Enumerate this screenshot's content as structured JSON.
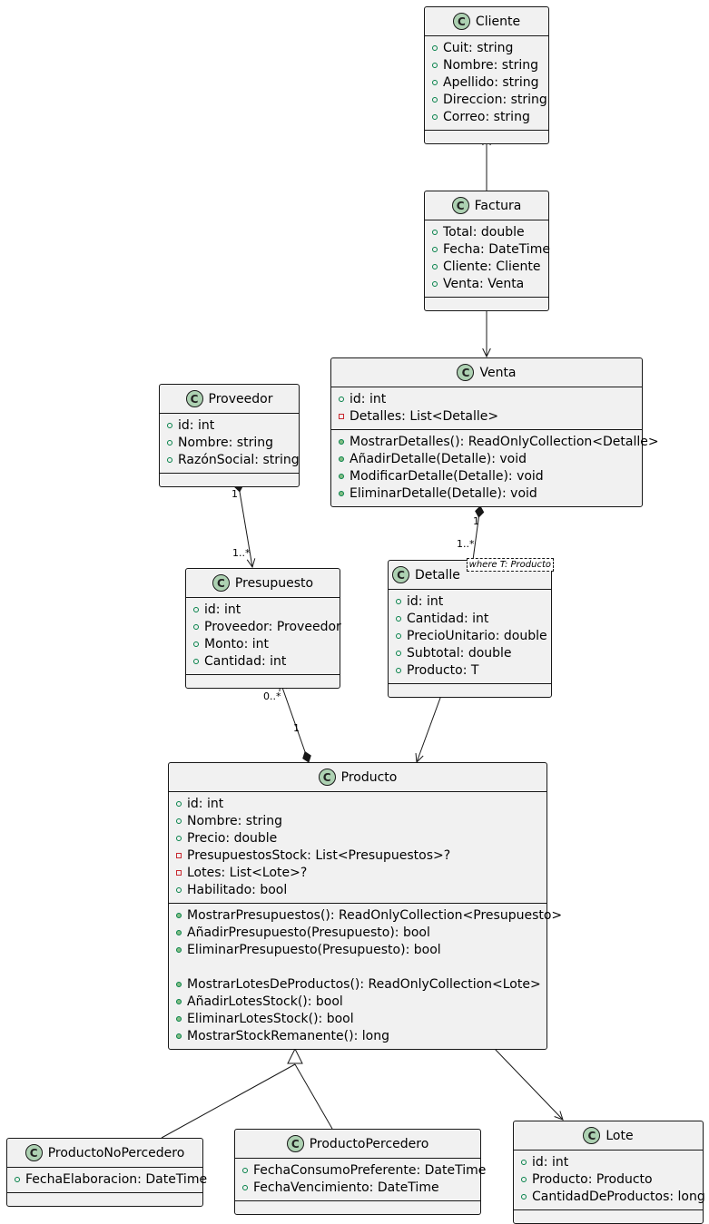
{
  "classes": {
    "cliente": {
      "name": "Cliente",
      "attributes": [
        {
          "vis": "public",
          "text": "Cuit: string"
        },
        {
          "vis": "public",
          "text": "Nombre: string"
        },
        {
          "vis": "public",
          "text": "Apellido: string"
        },
        {
          "vis": "public",
          "text": "Direccion: string"
        },
        {
          "vis": "public",
          "text": "Correo: string"
        }
      ],
      "methods": []
    },
    "factura": {
      "name": "Factura",
      "attributes": [
        {
          "vis": "public",
          "text": "Total: double"
        },
        {
          "vis": "public",
          "text": "Fecha: DateTime"
        },
        {
          "vis": "public",
          "text": "Cliente: Cliente"
        },
        {
          "vis": "public",
          "text": "Venta: Venta"
        }
      ],
      "methods": []
    },
    "venta": {
      "name": "Venta",
      "attributes": [
        {
          "vis": "public",
          "text": "id: int"
        },
        {
          "vis": "private",
          "text": "Detalles: List<Detalle>"
        }
      ],
      "methods": [
        {
          "vis": "public",
          "text": "MostrarDetalles(): ReadOnlyCollection<Detalle>"
        },
        {
          "vis": "public",
          "text": "AñadirDetalle(Detalle): void"
        },
        {
          "vis": "public",
          "text": "ModificarDetalle(Detalle): void"
        },
        {
          "vis": "public",
          "text": "EliminarDetalle(Detalle): void"
        }
      ]
    },
    "proveedor": {
      "name": "Proveedor",
      "attributes": [
        {
          "vis": "public",
          "text": "id: int"
        },
        {
          "vis": "public",
          "text": "Nombre: string"
        },
        {
          "vis": "public",
          "text": "RazónSocial: string"
        }
      ],
      "methods": []
    },
    "presupuesto": {
      "name": "Presupuesto",
      "attributes": [
        {
          "vis": "public",
          "text": "id: int"
        },
        {
          "vis": "public",
          "text": "Proveedor: Proveedor"
        },
        {
          "vis": "public",
          "text": "Monto: int"
        },
        {
          "vis": "public",
          "text": "Cantidad: int"
        }
      ],
      "methods": []
    },
    "detalle": {
      "name": "Detalle",
      "type_param": "where T: Producto",
      "attributes": [
        {
          "vis": "public",
          "text": "id: int"
        },
        {
          "vis": "public",
          "text": "Cantidad: int"
        },
        {
          "vis": "public",
          "text": "PrecioUnitario: double"
        },
        {
          "vis": "public",
          "text": "Subtotal: double"
        },
        {
          "vis": "public",
          "text": "Producto: T"
        }
      ],
      "methods": []
    },
    "producto": {
      "name": "Producto",
      "attributes": [
        {
          "vis": "public",
          "text": "id: int"
        },
        {
          "vis": "public",
          "text": "Nombre: string"
        },
        {
          "vis": "public",
          "text": "Precio: double"
        },
        {
          "vis": "private",
          "text": "PresupuestosStock: List<Presupuestos>?"
        },
        {
          "vis": "private",
          "text": "Lotes: List<Lote>?"
        },
        {
          "vis": "public",
          "text": "Habilitado: bool"
        }
      ],
      "methods": [
        {
          "vis": "public",
          "text": "MostrarPresupuestos(): ReadOnlyCollection<Presupuesto>"
        },
        {
          "vis": "public",
          "text": "AñadirPresupuesto(Presupuesto): bool"
        },
        {
          "vis": "public",
          "text": "EliminarPresupuesto(Presupuesto): bool"
        },
        {
          "vis": "none",
          "text": ""
        },
        {
          "vis": "public",
          "text": "MostrarLotesDeProductos(): ReadOnlyCollection<Lote>"
        },
        {
          "vis": "public",
          "text": "AñadirLotesStock(): bool"
        },
        {
          "vis": "public",
          "text": "EliminarLotesStock(): bool"
        },
        {
          "vis": "public",
          "text": "MostrarStockRemanente(): long"
        }
      ]
    },
    "productoNoPercedero": {
      "name": "ProductoNoPercedero",
      "attributes": [
        {
          "vis": "public",
          "text": "FechaElaboracion: DateTime"
        }
      ],
      "methods": []
    },
    "productoPercedero": {
      "name": "ProductoPercedero",
      "attributes": [
        {
          "vis": "public",
          "text": "FechaConsumoPreferente: DateTime"
        },
        {
          "vis": "public",
          "text": "FechaVencimiento: DateTime"
        }
      ],
      "methods": []
    },
    "lote": {
      "name": "Lote",
      "attributes": [
        {
          "vis": "public",
          "text": "id: int"
        },
        {
          "vis": "public",
          "text": "Producto: Producto"
        },
        {
          "vis": "public",
          "text": "CantidadDeProductos: long"
        }
      ],
      "methods": []
    }
  },
  "multiplicities": {
    "proveedor_end": "1",
    "presupuesto_end": "1..*",
    "venta_end": "1",
    "detalle_end": "1..*",
    "presupuesto_from_producto": "0..*",
    "producto_to_presupuesto": "1"
  },
  "relations": [
    {
      "from": "factura",
      "to": "cliente",
      "kind": "association"
    },
    {
      "from": "factura",
      "to": "venta",
      "kind": "association"
    },
    {
      "from": "proveedor",
      "to": "presupuesto",
      "kind": "composition"
    },
    {
      "from": "venta",
      "to": "detalle",
      "kind": "composition"
    },
    {
      "from": "producto",
      "to": "presupuesto",
      "kind": "composition"
    },
    {
      "from": "detalle",
      "to": "producto",
      "kind": "association"
    },
    {
      "from": "producto",
      "to": "lote",
      "kind": "association"
    },
    {
      "from": "productoNoPercedero",
      "to": "producto",
      "kind": "inheritance"
    },
    {
      "from": "productoPercedero",
      "to": "producto",
      "kind": "inheritance"
    }
  ],
  "colors": {
    "class_fill": "#f1f1f1",
    "border": "#181818",
    "class_icon": "#add1b2",
    "public_marker": "#038048",
    "private_marker": "#c82930"
  }
}
